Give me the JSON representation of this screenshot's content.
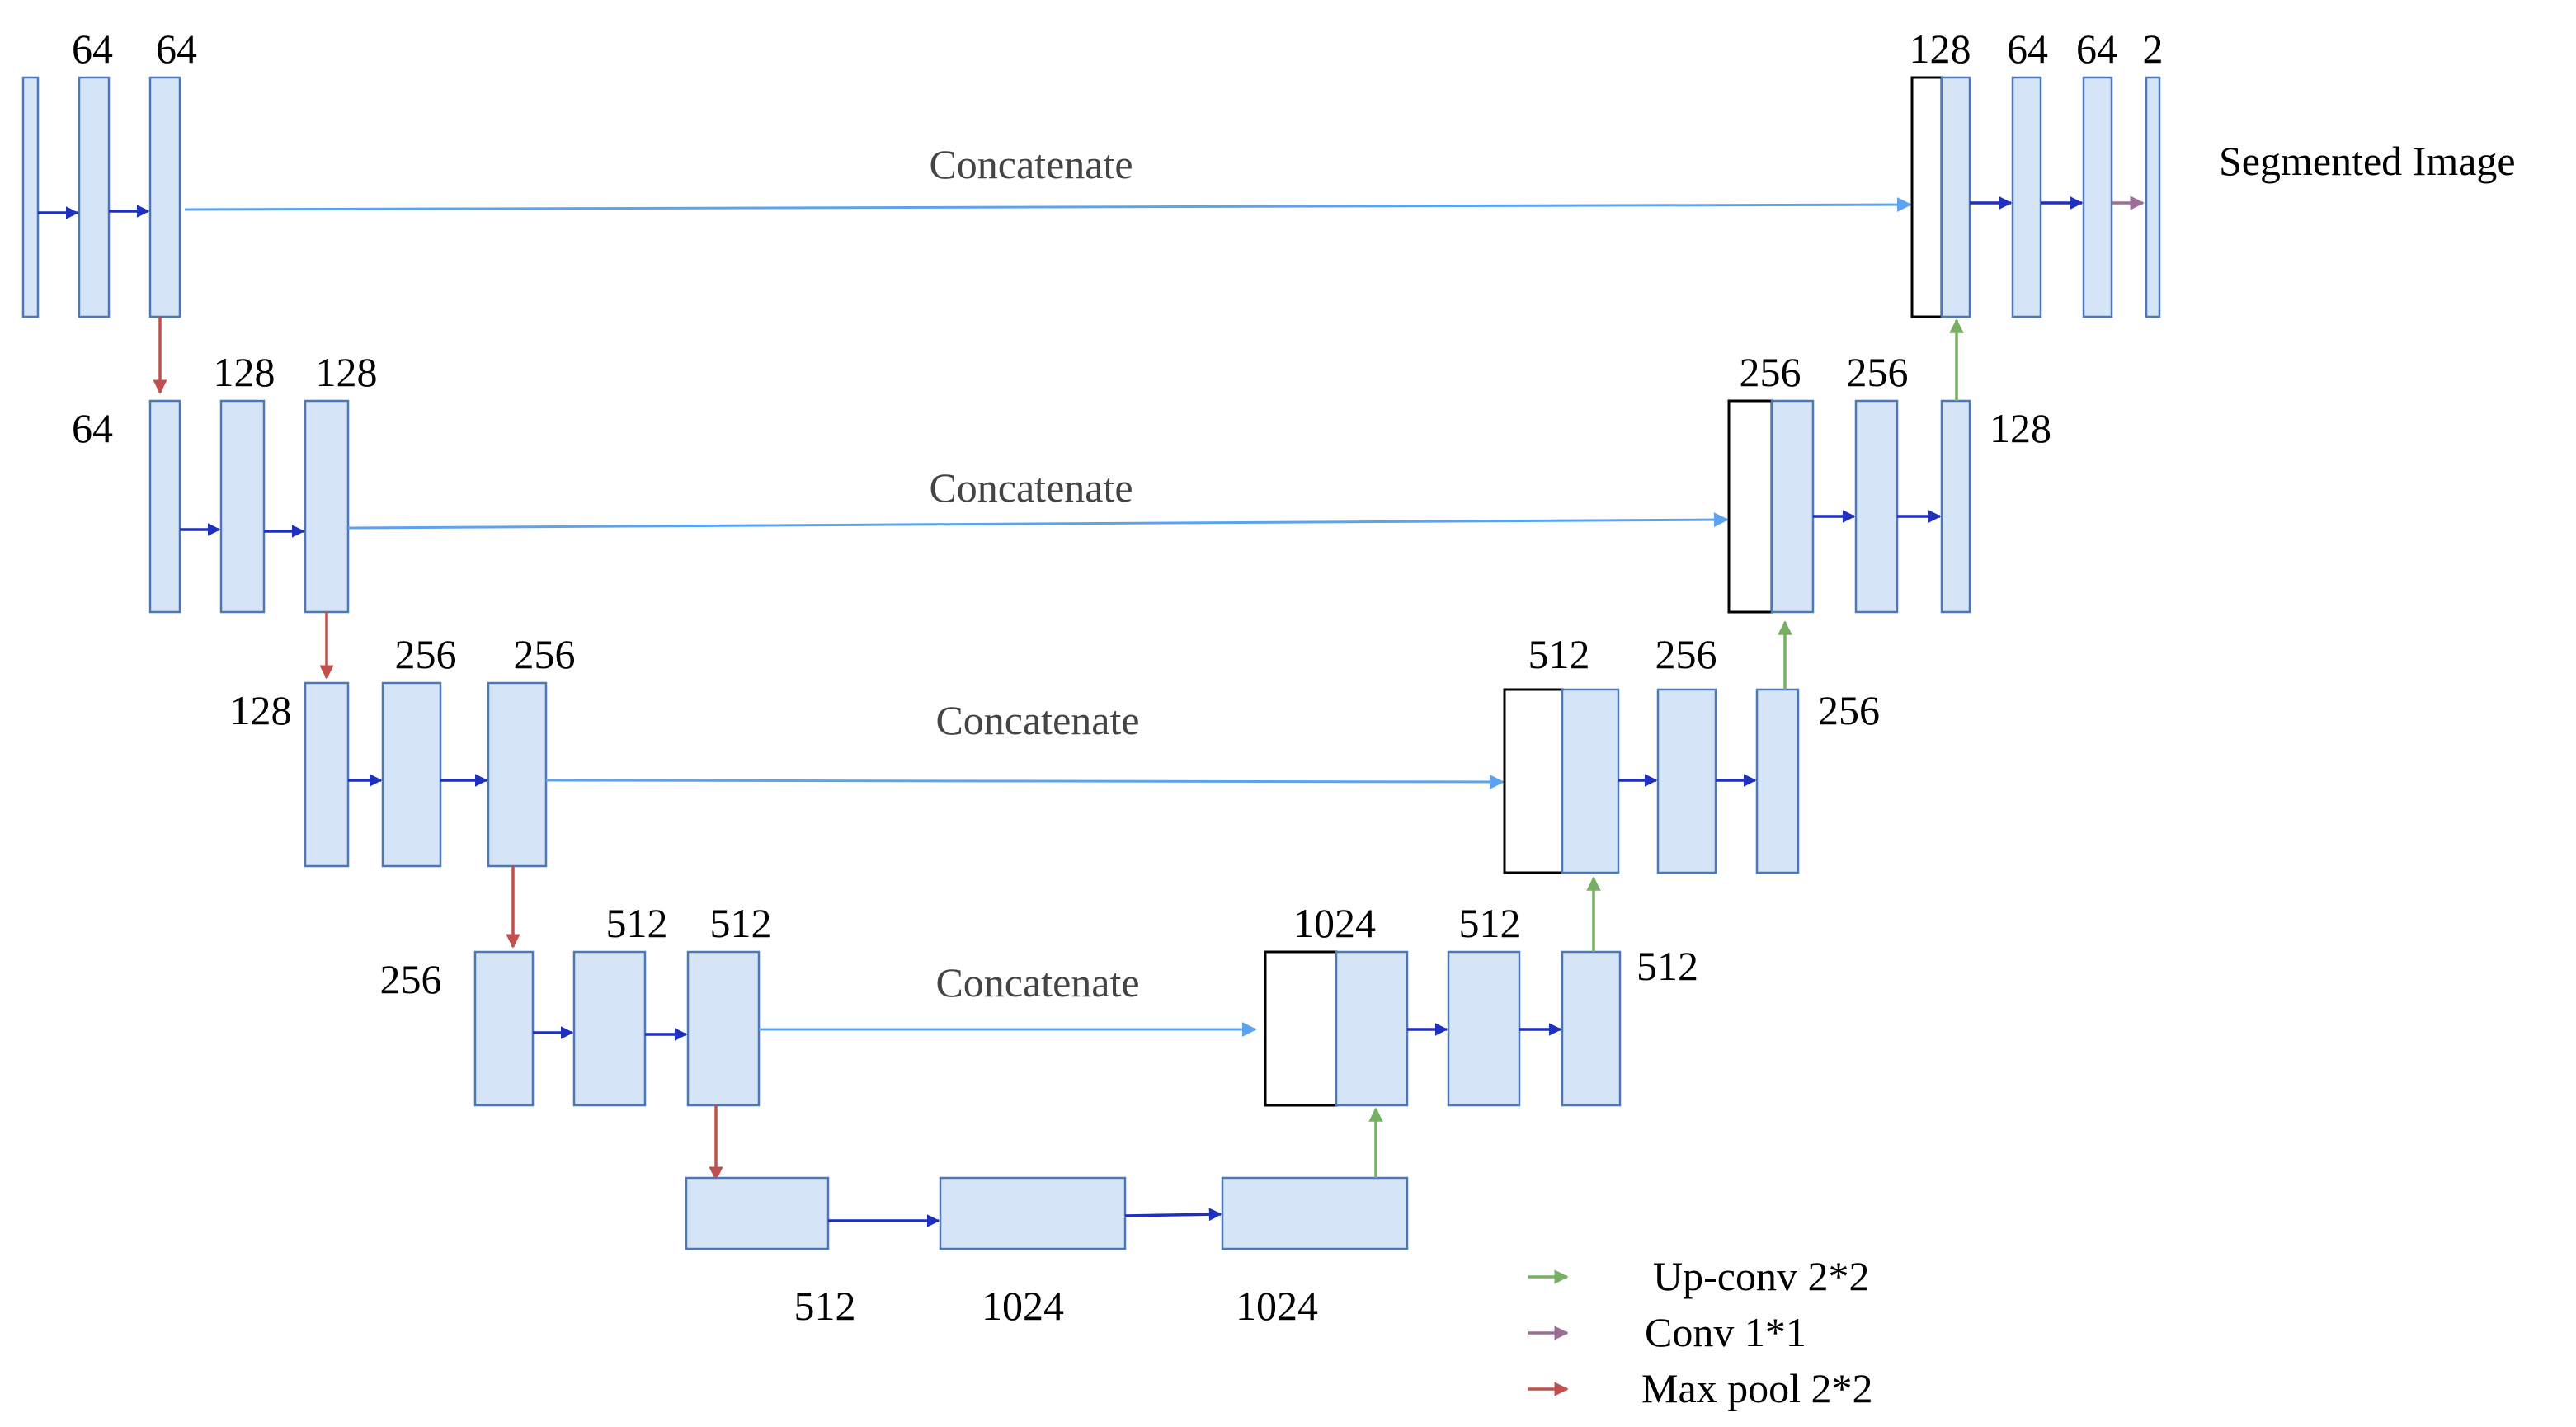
{
  "labels": {
    "l1": {
      "in_a": "64",
      "in_b": "64",
      "concat": "Concatenate",
      "out_concat": "128",
      "out_a": "64",
      "out_b": "64",
      "out_final": "2",
      "output": "Segmented Image"
    },
    "l2": {
      "in_c": "64",
      "in_a": "128",
      "in_b": "128",
      "concat": "Concatenate",
      "up_a": "256",
      "up_b": "256",
      "up_c": "128"
    },
    "l3": {
      "in_c": "128",
      "in_a": "256",
      "in_b": "256",
      "concat": "Concatenate",
      "up_a": "512",
      "up_b": "256",
      "up_c": "256"
    },
    "l4": {
      "in_c": "256",
      "in_a": "512",
      "in_b": "512",
      "concat": "Concatenate",
      "up_a": "1024",
      "up_b": "512",
      "up_c": "512"
    },
    "bottom": {
      "a": "512",
      "b": "1024",
      "c": "1024"
    }
  },
  "legend": [
    {
      "label": "Up-conv 2*2",
      "color": "#77b062"
    },
    {
      "label": "Conv 1*1",
      "color": "#9a6e96"
    },
    {
      "label": "Max pool 2*2",
      "color": "#c0504d"
    }
  ],
  "colors": {
    "conv_arrow": "#1f2fbf",
    "concat_arrow": "#5ba3f0",
    "block_fill": "#d6e4f7",
    "block_stroke": "#4a78b8"
  }
}
